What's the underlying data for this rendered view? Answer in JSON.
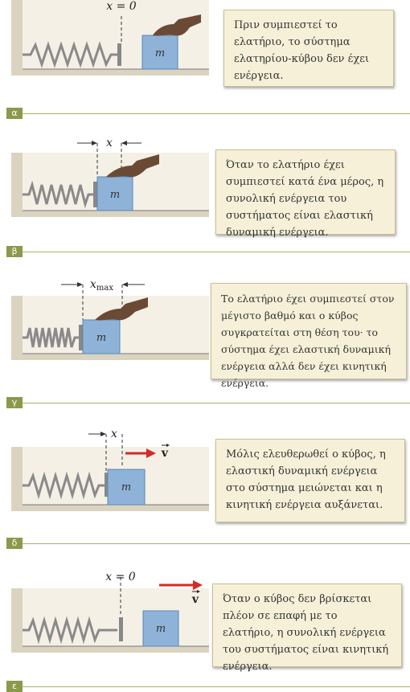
{
  "panels": [
    {
      "label": "α",
      "text": "Πριν συμπιεστεί το ελατήριο, το σύστημα ελατηρίου-κύβου δεν έχει ενέργεια.",
      "dim": "x = 0",
      "block": "m"
    },
    {
      "label": "β",
      "text": "Όταν το ελατήριο έχει συμπιεστεί κατά ένα μέρος, η συνολική ενέργεια του συστήματος είναι ελαστική δυναμική ενέργεια.",
      "dim": "x",
      "block": "m"
    },
    {
      "label": "γ",
      "text": "Το ελατήριο έχει συμπιεστεί στον μέγιστο βαθμό και ο κύβος συγκρατείται στη θέση του· το σύστημα έχει ελαστική δυναμική ενέργεια αλλά δεν έχει κινητική ενέργεια.",
      "dim": "xmax",
      "dim_main": "x",
      "dim_sub": "max",
      "block": "m"
    },
    {
      "label": "δ",
      "text": "Μόλις ελευθερωθεί ο κύβος, η ελαστική δυναμική ενέργεια στο σύστημα μειώνεται και η κινητική ενέργεια αυξάνεται.",
      "dim": "x",
      "block": "m",
      "velocity": "v"
    },
    {
      "label": "ε",
      "text": "Όταν ο κύβος δεν βρίσκεται πλέον σε επαφή με το ελατήριο, η συνολική ενέργεια του συστήματος είναι κινητική ενέργεια.",
      "dim": "x = 0",
      "block": "m",
      "velocity": "v"
    }
  ],
  "colors": {
    "block": "#8fb3d8",
    "wall": "#d9d3c0",
    "callout": "#f6f0d8",
    "tag": "#8a9a4a",
    "arrow": "#d42a2a",
    "hand": "#6b4a35"
  }
}
